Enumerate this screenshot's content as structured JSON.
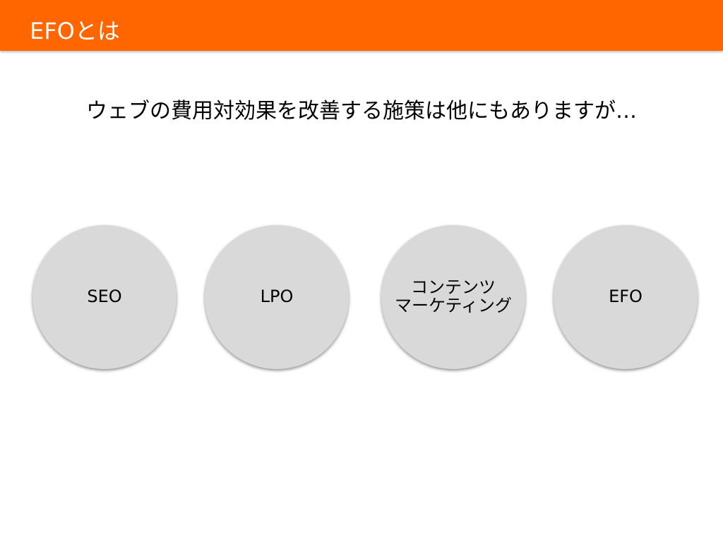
{
  "header": {
    "title": "EFOとは",
    "color": "#ff6600"
  },
  "main": {
    "subtitle": "ウェブの費用対効果を改善する施策は他にもありますが…",
    "circles": [
      {
        "label": "SEO"
      },
      {
        "label": "LPO"
      },
      {
        "label": "コンテンツ\nマーケティング"
      },
      {
        "label": "EFO"
      }
    ],
    "circle_color": "#d9d9d9"
  }
}
